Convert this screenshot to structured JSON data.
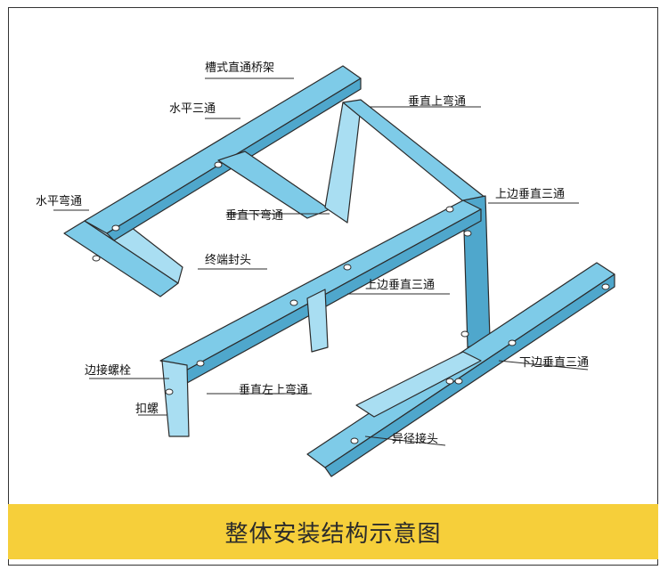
{
  "labels": {
    "straight_tray": "槽式直通桥架",
    "horizontal_tee": "水平三通",
    "horizontal_elbow": "水平弯通",
    "vertical_up_elbow": "垂直上弯通",
    "vertical_down_elbow": "垂直下弯通",
    "end_cap": "终端封头",
    "upper_side_tee_right": "上边垂直三通",
    "upper_side_tee_mid": "上边垂直三通",
    "side_bolt": "边接螺栓",
    "vertical_left_up_elbow": "垂直左上弯通",
    "clamp": "扣螺",
    "lower_side_tee": "下边垂直三通",
    "reducer": "异径接头"
  },
  "caption": "整体安装结构示意图",
  "colors": {
    "tray_fill": "#7ecbe8",
    "tray_light": "#a9def2",
    "tray_dark": "#4fa7cc",
    "outline": "#2b2b2b",
    "caption_bg": "#f6cf3a"
  }
}
